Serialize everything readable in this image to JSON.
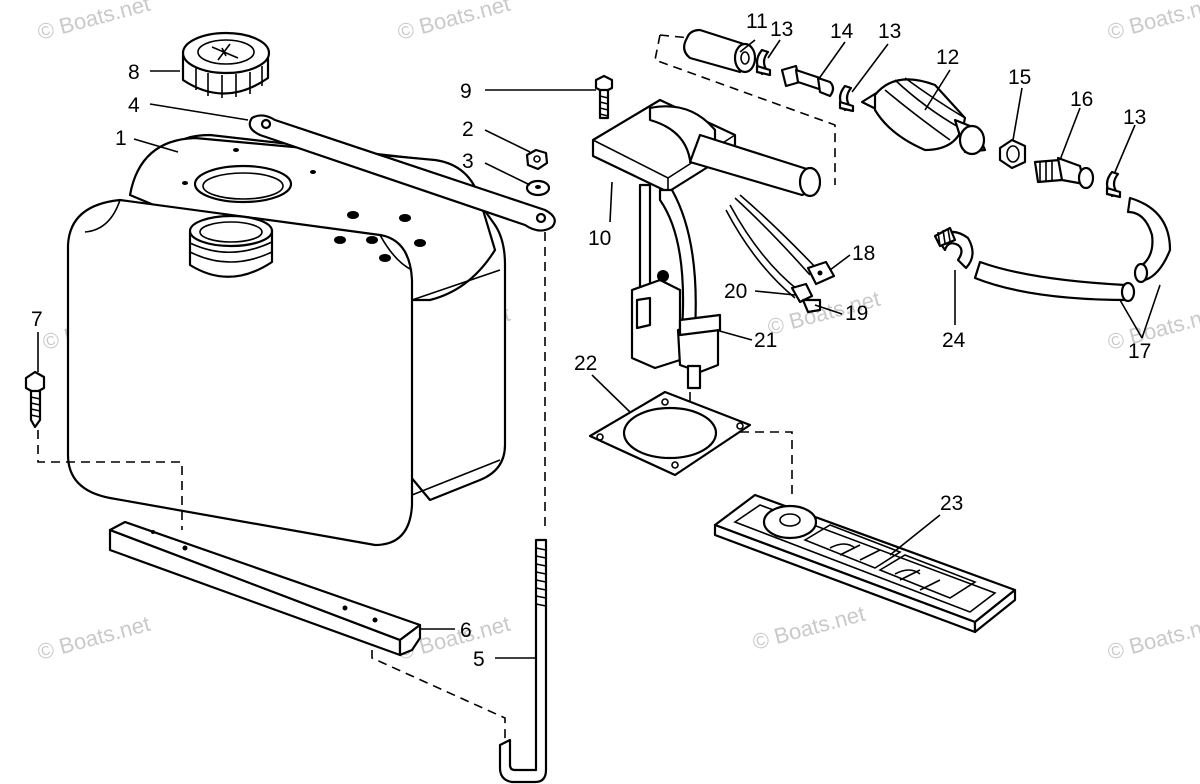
{
  "watermark": "© Boats.net",
  "callouts": [
    {
      "id": "1",
      "label": "1"
    },
    {
      "id": "2",
      "label": "2"
    },
    {
      "id": "3",
      "label": "3"
    },
    {
      "id": "4",
      "label": "4"
    },
    {
      "id": "5",
      "label": "5"
    },
    {
      "id": "6",
      "label": "6"
    },
    {
      "id": "7",
      "label": "7"
    },
    {
      "id": "8",
      "label": "8"
    },
    {
      "id": "9",
      "label": "9"
    },
    {
      "id": "10",
      "label": "10"
    },
    {
      "id": "11",
      "label": "11"
    },
    {
      "id": "12",
      "label": "12"
    },
    {
      "id": "13a",
      "label": "13"
    },
    {
      "id": "13b",
      "label": "13"
    },
    {
      "id": "13c",
      "label": "13"
    },
    {
      "id": "14",
      "label": "14"
    },
    {
      "id": "15",
      "label": "15"
    },
    {
      "id": "16",
      "label": "16"
    },
    {
      "id": "17",
      "label": "17"
    },
    {
      "id": "18",
      "label": "18"
    },
    {
      "id": "19",
      "label": "19"
    },
    {
      "id": "20",
      "label": "20"
    },
    {
      "id": "21",
      "label": "21"
    },
    {
      "id": "22",
      "label": "22"
    },
    {
      "id": "23",
      "label": "23"
    },
    {
      "id": "24",
      "label": "24"
    }
  ]
}
